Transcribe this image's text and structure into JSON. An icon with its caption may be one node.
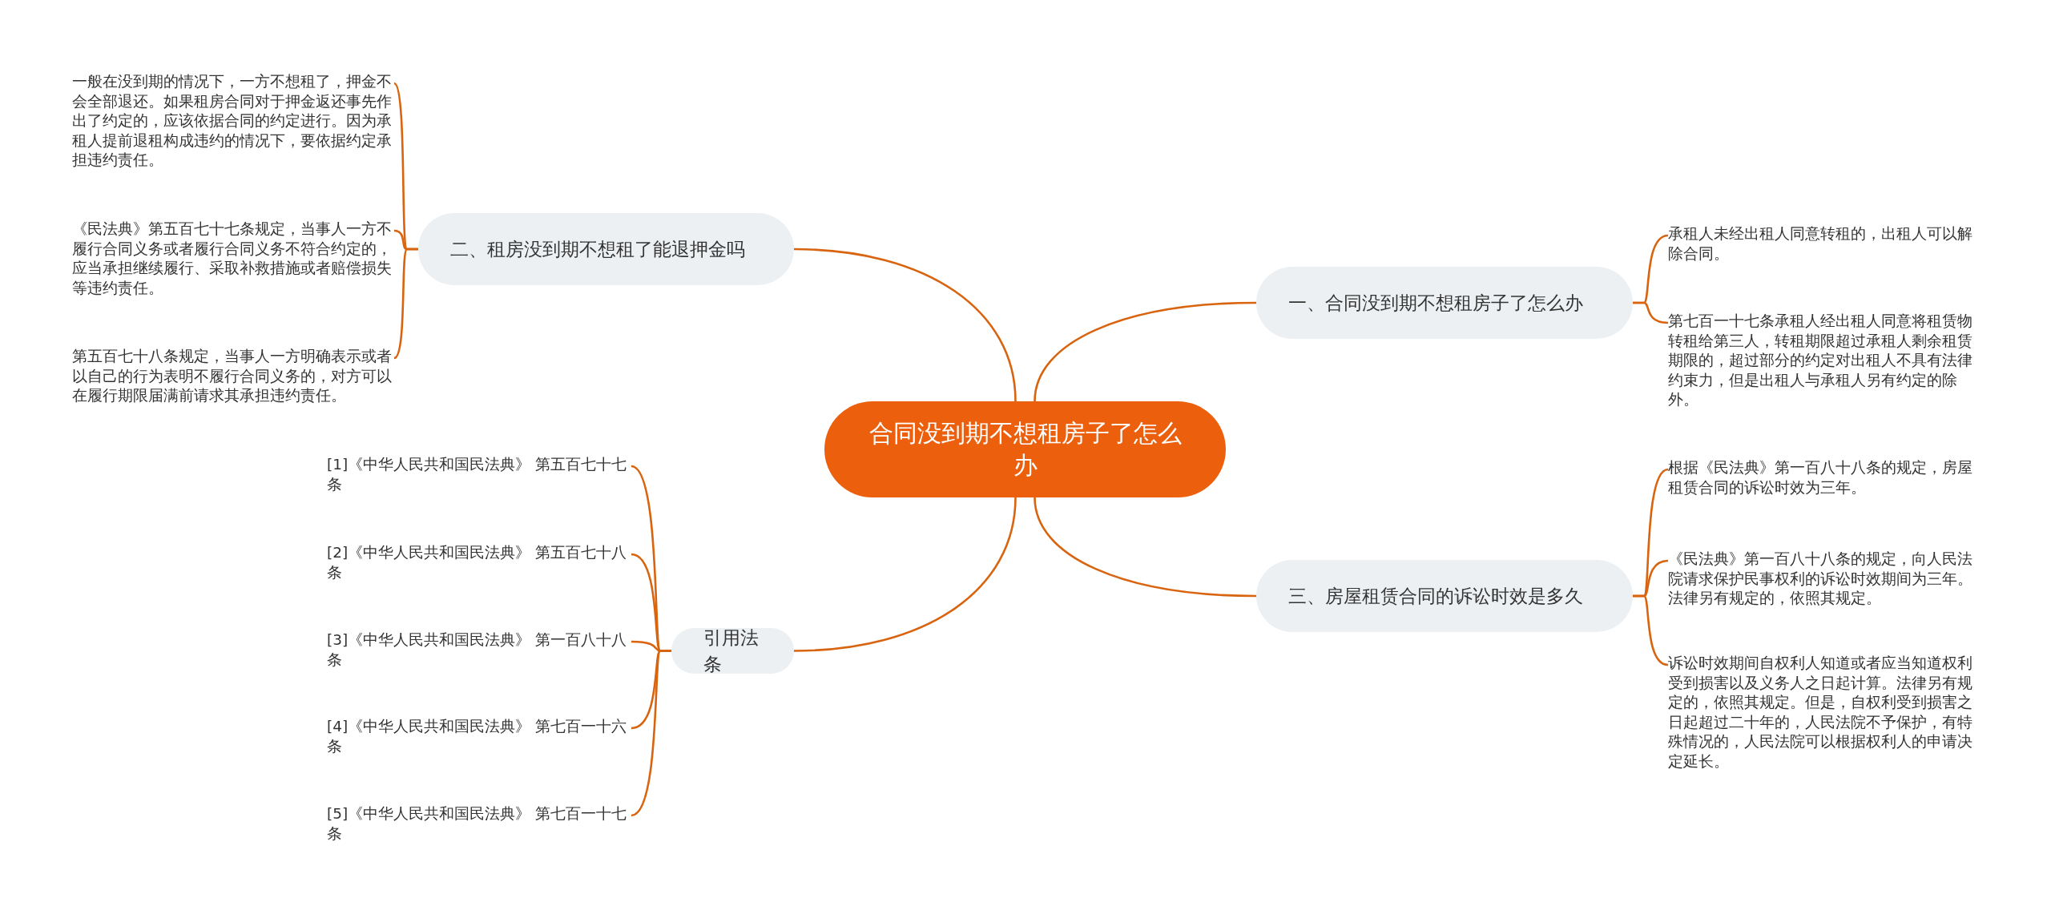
{
  "diagram": {
    "nodes": [
      {
        "text": [
          "合同没到期不想租房子了怎么办"
        ]
      },
      {
        "text": [
          "一、合同没到期不想租房子了怎么办"
        ]
      },
      {
        "text": [
          "承租人未经出租人同意转租的，出租人可以解除合同。"
        ]
      },
      {
        "text": [
          "第七百一十七条承租人经出租人同意将租赁物转租给第三人，转租期限超过承租人剩余租赁期限的，超过部分的约定对出租人不具有法律约束力，但是出租人与承租人另有约定的除外。"
        ]
      },
      {
        "text": [
          "三、房屋租赁合同的诉讼时效是多久"
        ]
      },
      {
        "text": [
          "根据《民法典》第一百八十八条的规定，房屋租赁合同的诉讼时效为三年。"
        ]
      },
      {
        "text": [
          "《民法典》第一百八十八条的规定，向人民法院请求保护民事权利的诉讼时效期间为三年。法律另有规定的，依照其规定。"
        ]
      },
      {
        "text": [
          "诉讼时效期间自权利人知道或者应当知道权利受到损害以及义务人之日起计算。法律另有规定的，依照其规定。但是，自权利受到损害之日起超过二十年的，人民法院不予保护，有特殊情况的，人民法院可以根据权利人的申请决定延长。"
        ]
      },
      {
        "text": [
          "二、租房没到期不想租了能退押金吗"
        ]
      },
      {
        "text": [
          "一般在没到期的情况下，一方不想租了，押金不会全部退还。如果租房合同对于押金返还事先作出了约定的，应该依据合同的约定进行。因为承租人提前退租构成违约的情况下，要依据约定承担违约责任。"
        ]
      },
      {
        "text": [
          "《民法典》第五百七十七条规定，当事人一方不履行合同义务或者履行合同义务不符合约定的，应当承担继续履行、采取补救措施或者赔偿损失等违约责任。"
        ]
      },
      {
        "text": [
          "第五百七十八条规定，当事人一方明确表示或者以自己的行为表明不履行合同义务的，对方可以在履行期限届满前请求其承担违约责任。"
        ]
      },
      {
        "text": [
          "引用法条"
        ]
      },
      {
        "text": [
          "[1]《中华人民共和国民法典》 第五百七十七条"
        ]
      },
      {
        "text": [
          "[2]《中华人民共和国民法典》 第五百七十八条"
        ]
      },
      {
        "text": [
          "[3]《中华人民共和国民法典》 第一百八十八条"
        ]
      },
      {
        "text": [
          "[4]《中华人民共和国民法典》 第七百一十六条"
        ]
      },
      {
        "text": [
          "[5]《中华人民共和国民法典》 第七百一十七条"
        ]
      }
    ],
    "edges": [
      {
        "from": 0,
        "to": 1,
        "arrow": "none"
      },
      {
        "from": 1,
        "to": 2,
        "arrow": "none"
      },
      {
        "from": 1,
        "to": 3,
        "arrow": "none"
      },
      {
        "from": 0,
        "to": 4,
        "arrow": "none"
      },
      {
        "from": 4,
        "to": 5,
        "arrow": "none"
      },
      {
        "from": 4,
        "to": 6,
        "arrow": "none"
      },
      {
        "from": 4,
        "to": 7,
        "arrow": "none"
      },
      {
        "from": 0,
        "to": 8,
        "arrow": "none"
      },
      {
        "from": 8,
        "to": 9,
        "arrow": "none"
      },
      {
        "from": 8,
        "to": 10,
        "arrow": "none"
      },
      {
        "from": 8,
        "to": 11,
        "arrow": "none"
      },
      {
        "from": 0,
        "to": 12,
        "arrow": "none"
      },
      {
        "from": 12,
        "to": 13,
        "arrow": "none"
      },
      {
        "from": 12,
        "to": 14,
        "arrow": "none"
      },
      {
        "from": 12,
        "to": 15,
        "arrow": "none"
      },
      {
        "from": 12,
        "to": 16,
        "arrow": "none"
      },
      {
        "from": 12,
        "to": 17,
        "arrow": "none"
      }
    ]
  }
}
